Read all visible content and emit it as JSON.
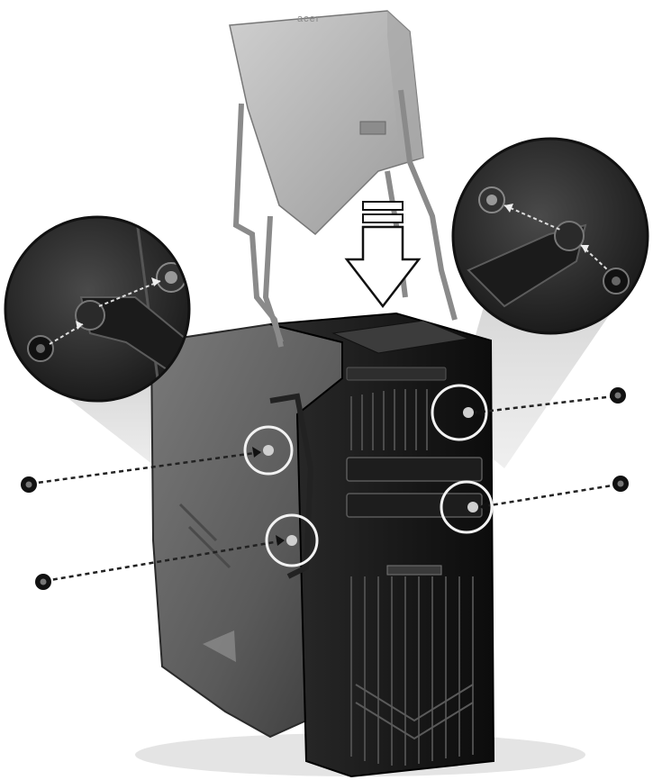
{
  "figure": {
    "logo_text": "acer",
    "screws_count": 4,
    "colors": {
      "background": "#ffffff",
      "chassis_dark": "#1c1c1c",
      "side_panel": "#6e6e6e",
      "top_cover": "#b9b9b9",
      "dashed_line": "#222222",
      "callout_fill": "#2a2a2a"
    },
    "icons": [
      "screw-icon",
      "down-arrow-icon",
      "magnifier-callout"
    ]
  }
}
